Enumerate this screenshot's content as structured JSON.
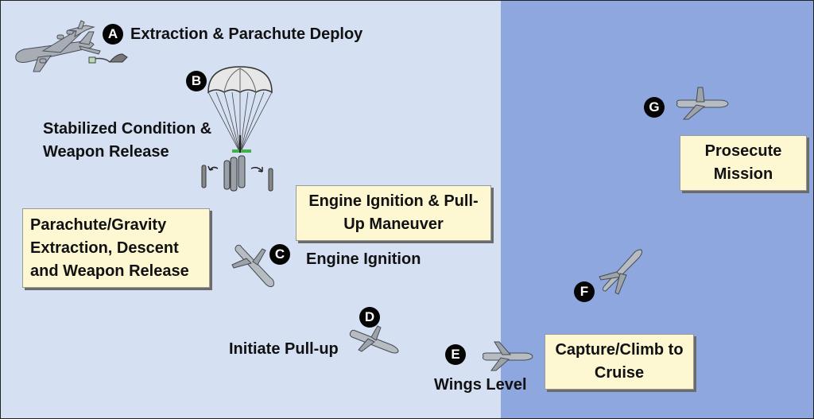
{
  "steps": {
    "a": {
      "badge": "A",
      "label": "Extraction & Parachute Deploy"
    },
    "b": {
      "badge": "B",
      "label_line1": "Stabilized Condition &",
      "label_line2": "Weapon Release"
    },
    "c": {
      "badge": "C",
      "label": "Engine Ignition"
    },
    "d": {
      "badge": "D",
      "label": "Initiate Pull-up"
    },
    "e": {
      "badge": "E",
      "label": "Wings Level"
    },
    "f": {
      "badge": "F"
    },
    "g": {
      "badge": "G"
    }
  },
  "boxes": {
    "parachute_gravity": {
      "line1": "Parachute/Gravity",
      "line2": "Extraction, Descent",
      "line3": "and Weapon Release"
    },
    "engine_ignition_pullup": {
      "line1": "Engine Ignition & Pull-",
      "line2": "Up Maneuver"
    },
    "capture_climb": {
      "line1": "Capture/Climb to",
      "line2": "Cruise"
    },
    "prosecute": {
      "line1": "Prosecute",
      "line2": "Mission"
    }
  },
  "colors": {
    "left_panel": "#d5e0f3",
    "right_panel": "#8ea8df",
    "box_fill": "#fdf7d2",
    "badge": "#050505"
  },
  "icons": [
    "cargo-aircraft-icon",
    "parachute-icon",
    "missile-icon"
  ]
}
